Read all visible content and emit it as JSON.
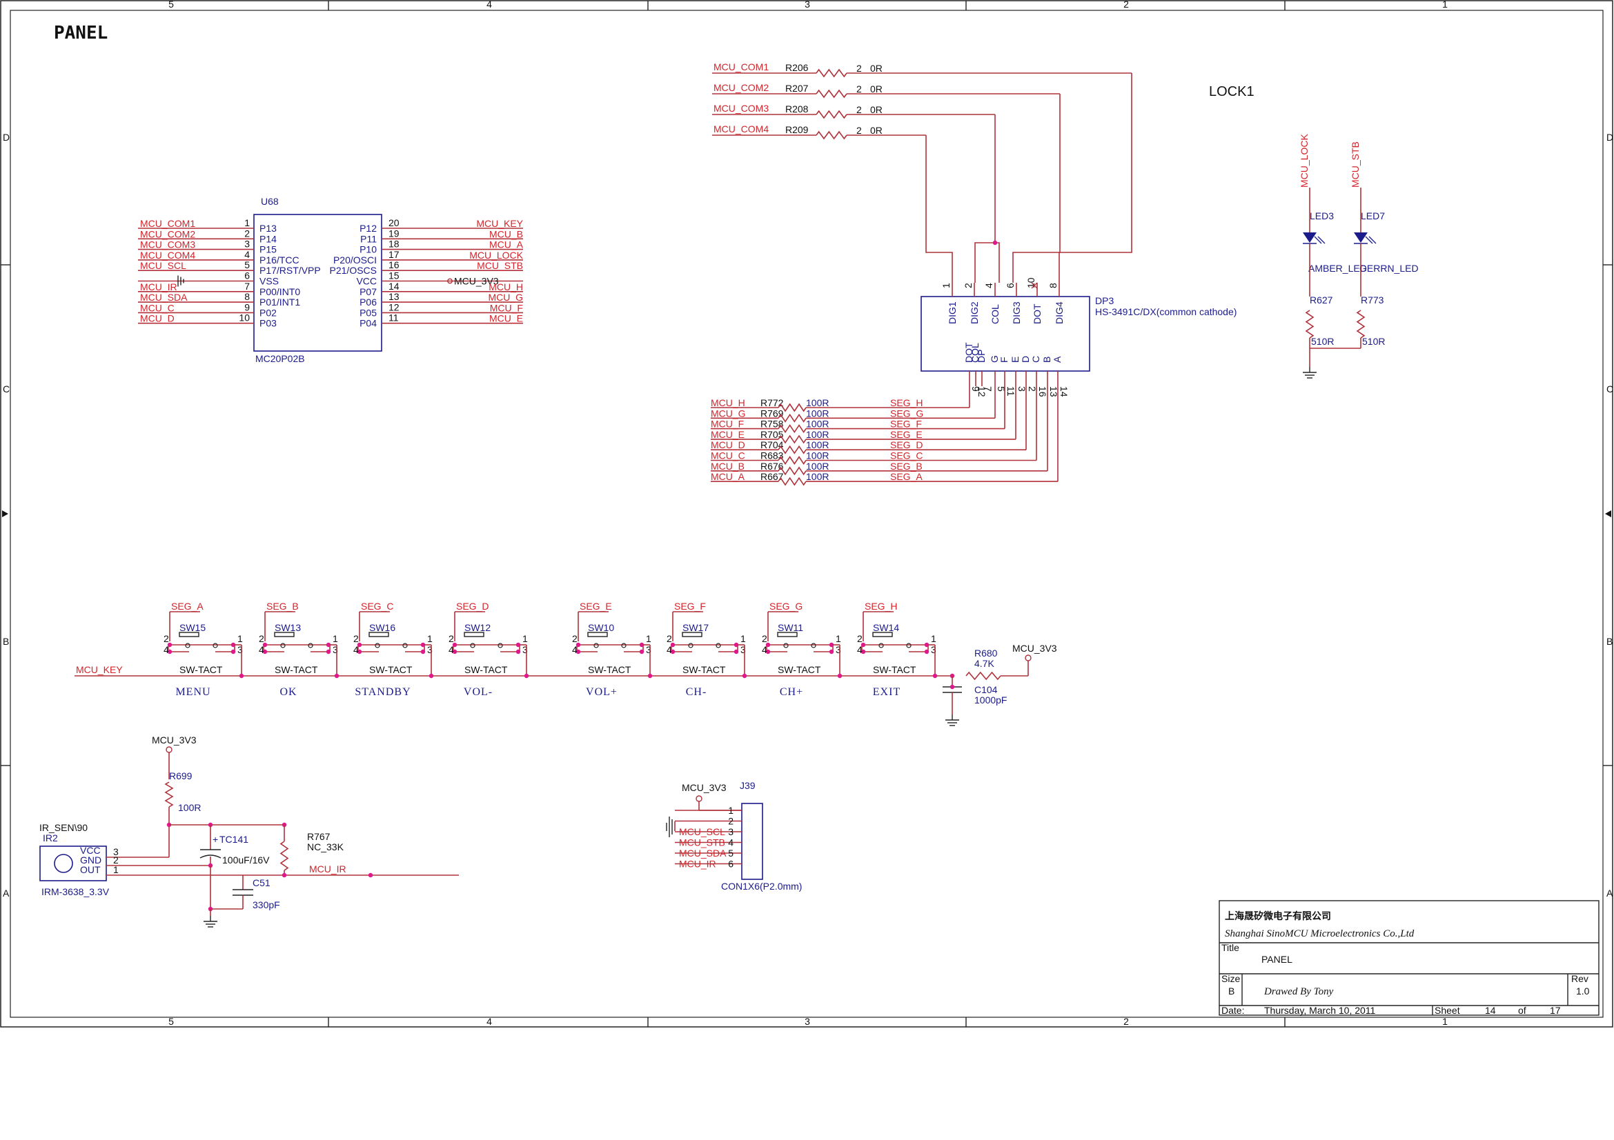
{
  "sheet_title": "PANEL",
  "border_cols": [
    "5",
    "4",
    "3",
    "2",
    "1"
  ],
  "border_rows": [
    "D",
    "C",
    "B",
    "A"
  ],
  "lock_label": "LOCK1",
  "u68": {
    "ref": "U68",
    "part": "MC20P02B",
    "left_pins": [
      {
        "net": "MCU_COM1",
        "num": "1",
        "name": "P13"
      },
      {
        "net": "MCU_COM2",
        "num": "2",
        "name": "P14"
      },
      {
        "net": "MCU_COM3",
        "num": "3",
        "name": "P15"
      },
      {
        "net": "MCU_COM4",
        "num": "4",
        "name": "P16/TCC"
      },
      {
        "net": "MCU_SCL",
        "num": "5",
        "name": "P17/RST/VPP"
      },
      {
        "net": "",
        "num": "6",
        "name": "VSS"
      },
      {
        "net": "MCU_IR",
        "num": "7",
        "name": "P00/INT0"
      },
      {
        "net": "MCU_SDA",
        "num": "8",
        "name": "P01/INT1"
      },
      {
        "net": "MCU_C",
        "num": "9",
        "name": "P02"
      },
      {
        "net": "MCU_D",
        "num": "10",
        "name": "P03"
      }
    ],
    "right_pins": [
      {
        "net": "MCU_KEY",
        "num": "20",
        "name": "P12"
      },
      {
        "net": "MCU_B",
        "num": "19",
        "name": "P11"
      },
      {
        "net": "MCU_A",
        "num": "18",
        "name": "P10"
      },
      {
        "net": "MCU_LOCK",
        "num": "17",
        "name": "P20/OSCI"
      },
      {
        "net": "MCU_STB",
        "num": "16",
        "name": "P21/OSCS"
      },
      {
        "net": "MCU_3V3",
        "num": "15",
        "name": "VCC"
      },
      {
        "net": "MCU_H",
        "num": "14",
        "name": "P07"
      },
      {
        "net": "MCU_G",
        "num": "13",
        "name": "P06"
      },
      {
        "net": "MCU_F",
        "num": "12",
        "name": "P05"
      },
      {
        "net": "MCU_E",
        "num": "11",
        "name": "P04"
      }
    ]
  },
  "com_resistors": [
    {
      "net": "MCU_COM1",
      "ref": "R206",
      "val": "0R",
      "pin": "2"
    },
    {
      "net": "MCU_COM2",
      "ref": "R207",
      "val": "0R",
      "pin": "2"
    },
    {
      "net": "MCU_COM3",
      "ref": "R208",
      "val": "0R",
      "pin": "2"
    },
    {
      "net": "MCU_COM4",
      "ref": "R209",
      "val": "0R",
      "pin": "2"
    }
  ],
  "display": {
    "ref": "DP3",
    "part": "HS-3491C/DX(common cathode)",
    "top_pins": [
      {
        "num": "1",
        "name": "DIG1"
      },
      {
        "num": "2",
        "name": "DIG2"
      },
      {
        "num": "4",
        "name": "COL"
      },
      {
        "num": "6",
        "name": "DIG3"
      },
      {
        "num": "10",
        "name": "DOT"
      },
      {
        "num": "8",
        "name": "DIG4"
      }
    ],
    "bottom_pins": [
      {
        "num": "9",
        "name": "DOT"
      },
      {
        "num": "12",
        "name": "COL"
      },
      {
        "num": "7",
        "name": "DP"
      },
      {
        "num": "5",
        "name": "G"
      },
      {
        "num": "11",
        "name": "F"
      },
      {
        "num": "3",
        "name": "E"
      },
      {
        "num": "2",
        "name": "D"
      },
      {
        "num": "16",
        "name": "C"
      },
      {
        "num": "13",
        "name": "B"
      },
      {
        "num": "14",
        "name": "A"
      }
    ]
  },
  "seg_resistors": [
    {
      "net": "MCU_H",
      "ref": "R772",
      "val": "100R",
      "seg": "SEG_H"
    },
    {
      "net": "MCU_G",
      "ref": "R769",
      "val": "100R",
      "seg": "SEG_G"
    },
    {
      "net": "MCU_F",
      "ref": "R758",
      "val": "100R",
      "seg": "SEG_F"
    },
    {
      "net": "MCU_E",
      "ref": "R705",
      "val": "100R",
      "seg": "SEG_E"
    },
    {
      "net": "MCU_D",
      "ref": "R704",
      "val": "100R",
      "seg": "SEG_D"
    },
    {
      "net": "MCU_C",
      "ref": "R683",
      "val": "100R",
      "seg": "SEG_C"
    },
    {
      "net": "MCU_B",
      "ref": "R676",
      "val": "100R",
      "seg": "SEG_B"
    },
    {
      "net": "MCU_A",
      "ref": "R667",
      "val": "100R",
      "seg": "SEG_A"
    }
  ],
  "leds": [
    {
      "net": "MCU_LOCK",
      "ref": "LED3",
      "type": "AMBER_LED",
      "res_ref": "R627",
      "res_val": "510R"
    },
    {
      "net": "MCU_STB",
      "ref": "LED7",
      "type": "GERRN_LED",
      "res_ref": "R773",
      "res_val": "510R"
    }
  ],
  "switches": [
    {
      "seg": "SEG_A",
      "ref": "SW15",
      "func": "MENU"
    },
    {
      "seg": "SEG_B",
      "ref": "SW13",
      "func": "OK"
    },
    {
      "seg": "SEG_C",
      "ref": "SW16",
      "func": "STANDBY"
    },
    {
      "seg": "SEG_D",
      "ref": "SW12",
      "func": "VOL-"
    },
    {
      "seg": "SEG_E",
      "ref": "SW10",
      "func": "VOL+"
    },
    {
      "seg": "SEG_F",
      "ref": "SW17",
      "func": "CH-"
    },
    {
      "seg": "SEG_G",
      "ref": "SW11",
      "func": "CH+"
    },
    {
      "seg": "SEG_H",
      "ref": "SW14",
      "func": "EXIT"
    }
  ],
  "switch_type": "SW-TACT",
  "switch_pins": {
    "p2": "2",
    "p1": "1",
    "p4": "4",
    "p3": "3"
  },
  "key_net": "MCU_KEY",
  "key_pullup": {
    "ref": "R680",
    "val": "4.7K",
    "net": "MCU_3V3"
  },
  "key_cap": {
    "ref": "C104",
    "val": "1000pF"
  },
  "ir": {
    "ref_top": "IR_SEN\\90",
    "ref": "IR2",
    "part": "IRM-3638_3.3V",
    "pins": [
      "VCC",
      "GND",
      "OUT"
    ],
    "pin_nums": [
      "3",
      "2",
      "1"
    ],
    "supply": "MCU_3V3",
    "r699": {
      "ref": "R699",
      "val": "100R"
    },
    "tc141": {
      "ref": "TC141",
      "val": "100uF/16V",
      "plus": "+"
    },
    "r767": {
      "ref": "R767",
      "val": "NC_33K"
    },
    "c51": {
      "ref": "C51",
      "val": "330pF"
    },
    "out_net": "MCU_IR"
  },
  "connector": {
    "ref": "J39",
    "part": "CON1X6(P2.0mm)",
    "supply": "MCU_3V3",
    "pins": [
      {
        "num": "1",
        "net": ""
      },
      {
        "num": "2",
        "net": ""
      },
      {
        "num": "3",
        "net": "MCU_SCL"
      },
      {
        "num": "4",
        "net": "MCU_STB"
      },
      {
        "num": "5",
        "net": "MCU_SDA"
      },
      {
        "num": "6",
        "net": "MCU_IR"
      }
    ]
  },
  "title_block": {
    "company_cn": "上海晟矽微电子有限公司",
    "company_en": "Shanghai SinoMCU Microelectronics Co.,Ltd",
    "title_label": "Title",
    "title": "PANEL",
    "size_label": "Size",
    "size": "B",
    "drawn": "Drawed By Tony",
    "rev_label": "Rev",
    "rev": "1.0",
    "date_label": "Date:",
    "date": "Thursday, March 10, 2011",
    "sheet_label": "Sheet",
    "sheet": "14",
    "of_label": "of",
    "total": "17"
  }
}
